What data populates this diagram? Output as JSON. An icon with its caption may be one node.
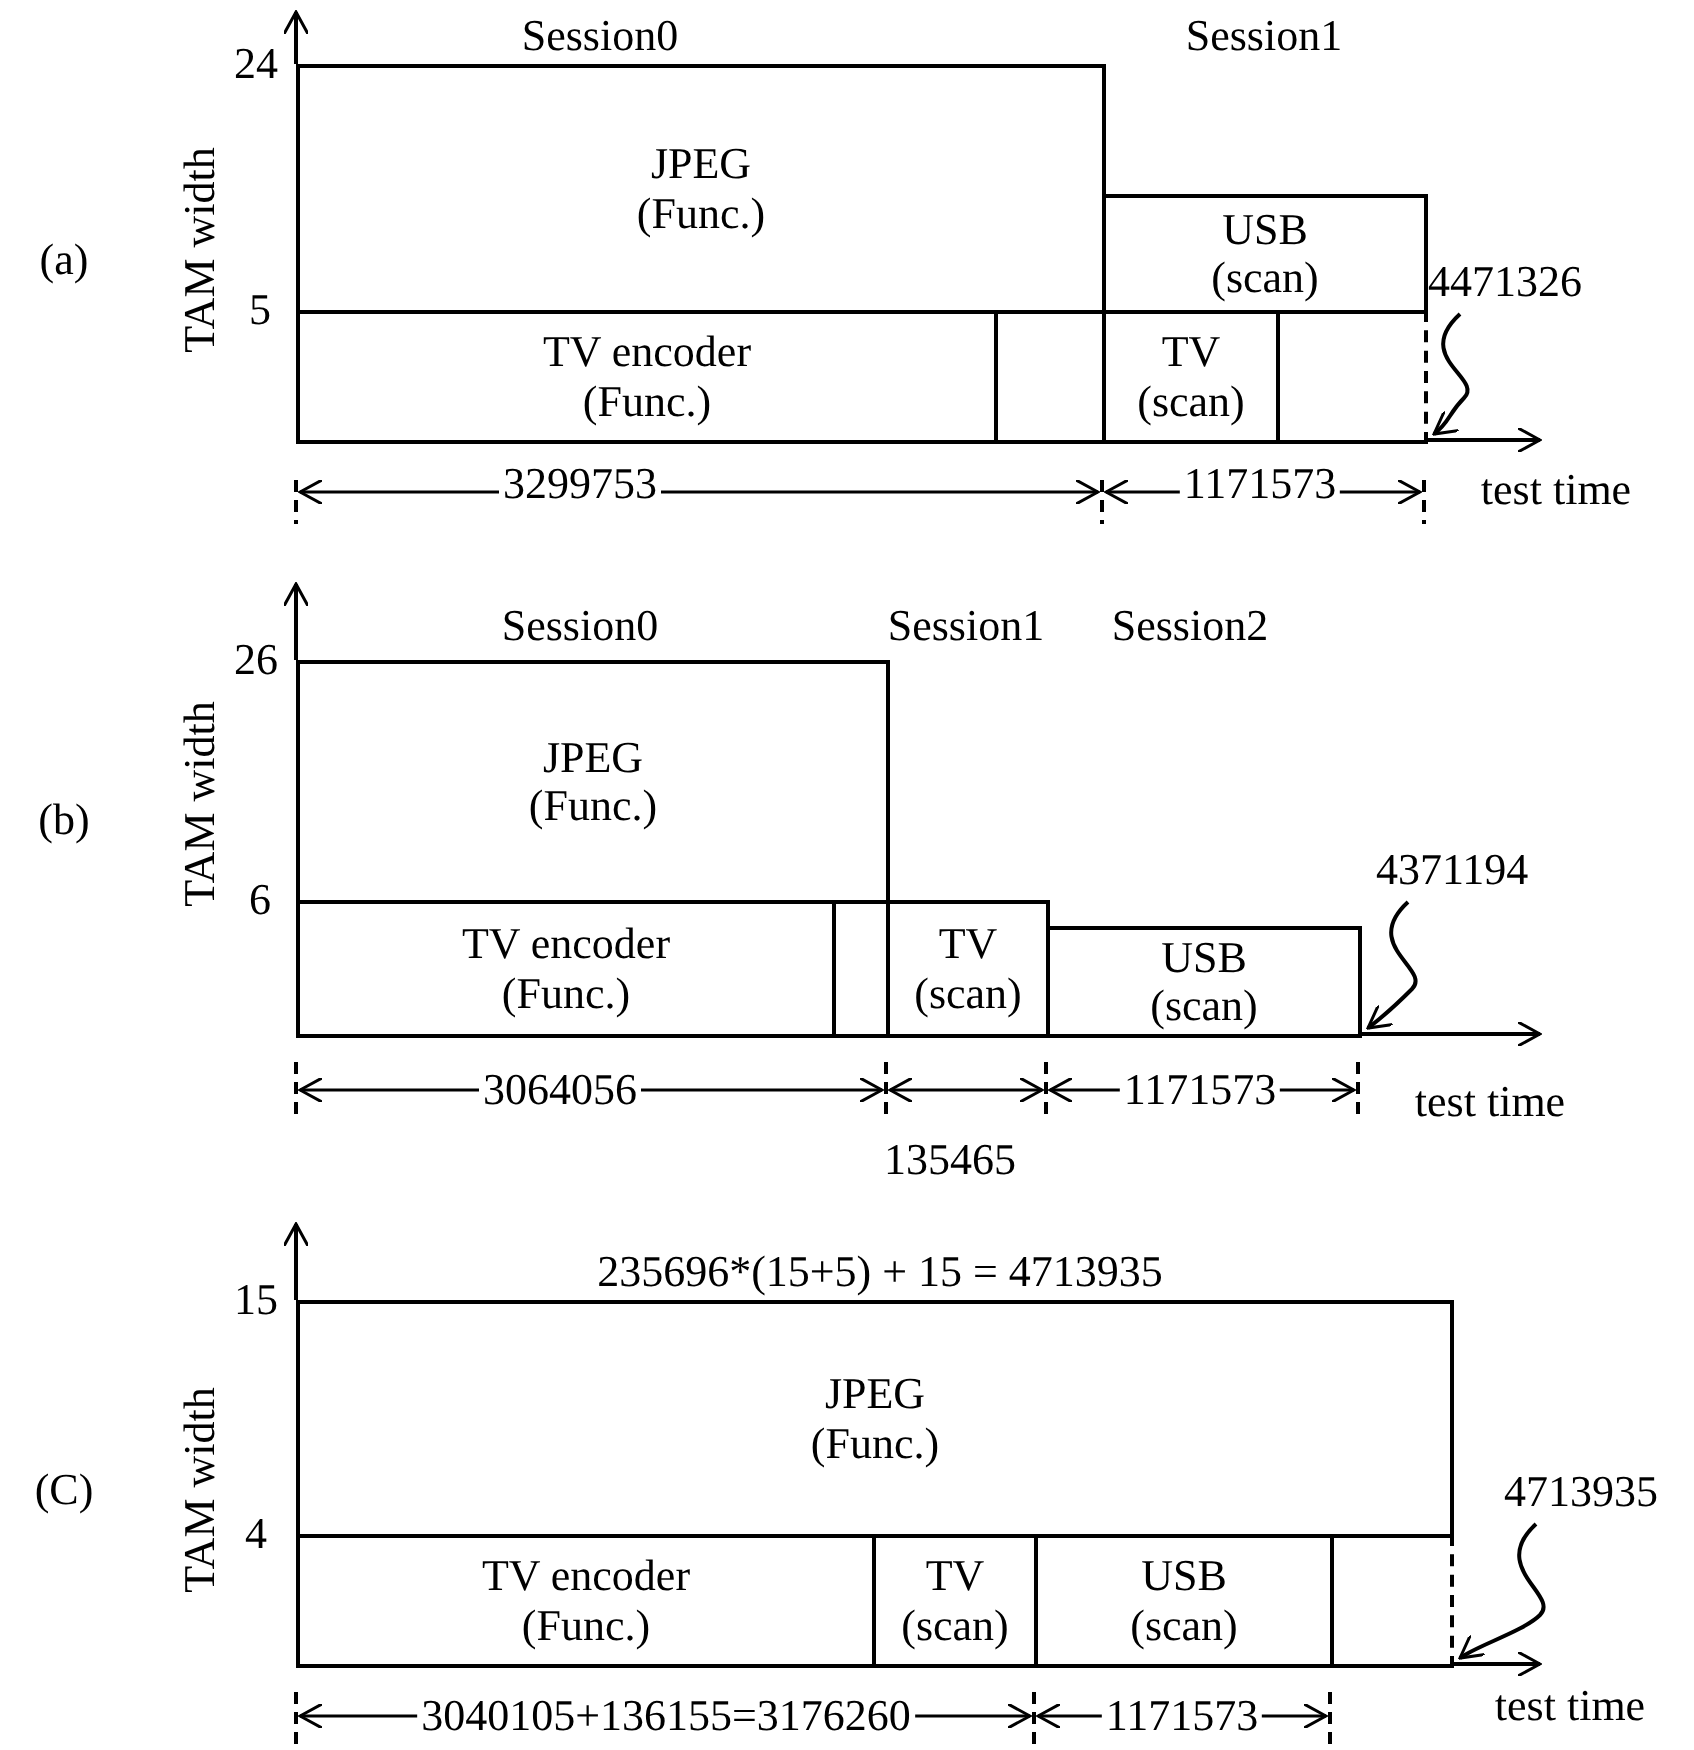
{
  "diagram": {
    "nodes": [
      {
        "text": [
          "JPEG (Func.)"
        ]
      },
      {
        "text": [
          "USB (scan)"
        ]
      },
      {
        "text": [
          "TV encoder (Func.)"
        ]
      },
      {
        "text": [],
        "shape": "box"
      },
      {
        "text": [
          "TV (scan)"
        ]
      },
      {
        "text": [],
        "shape": "box"
      },
      {
        "text": [
          "4471326"
        ]
      },
      {
        "text": [
          "JPEG (Func.)"
        ]
      },
      {
        "text": [
          "TV encoder (Func.)"
        ]
      },
      {
        "text": [],
        "shape": "box"
      },
      {
        "text": [
          "TV (scan)"
        ]
      },
      {
        "text": [
          "USB (scan)"
        ]
      },
      {
        "text": [
          "4371194"
        ]
      },
      {
        "text": [
          "JPEG (Func.)"
        ]
      },
      {
        "text": [
          "TV encoder (Func.)"
        ]
      },
      {
        "text": [
          "TV (scan)"
        ]
      },
      {
        "text": [
          "USB (scan)"
        ]
      },
      {
        "text": [],
        "shape": "box"
      },
      {
        "text": [
          "4713935"
        ]
      }
    ],
    "edges": [
      {
        "from": 6,
        "to": 5,
        "arrow": "to"
      },
      {
        "from": 12,
        "to": 11,
        "arrow": "to"
      },
      {
        "from": 18,
        "to": 17,
        "arrow": "to"
      }
    ],
    "labels": [
      "Session0",
      "Session1",
      "24",
      "TAM width",
      "(a)",
      "5",
      "3299753",
      "1171573",
      "test time",
      "Session0",
      "Session1",
      "Session2",
      "26",
      "TAM width",
      "(b)",
      "6",
      "3064056",
      "1171573",
      "test time",
      "135465",
      "235696*(15+5) + 15 = 4713935",
      "15",
      "TAM width",
      "(C)",
      "4",
      "3040105+136155=3176260",
      "1171573",
      "test time"
    ]
  }
}
